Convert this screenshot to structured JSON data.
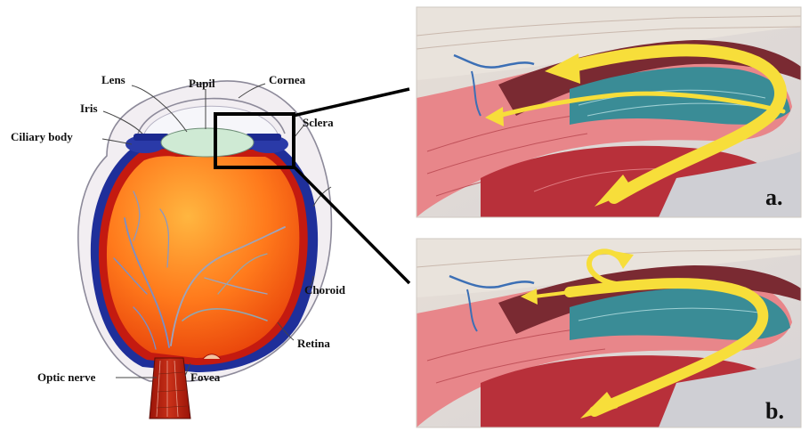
{
  "labels": {
    "lens": "Lens",
    "pupil": "Pupil",
    "cornea": "Cornea",
    "iris": "Iris",
    "ciliary_body": "Ciliary body",
    "sclera": "Sclera",
    "choroid": "Choroid",
    "retina": "Retina",
    "optic_nerve": "Optic nerve",
    "fovea": "Fovea"
  },
  "panels": {
    "a": "a.",
    "b": "b."
  },
  "colors": {
    "sclera": "#f2eef2",
    "choroid": "#1f2f9a",
    "retina": "#c41a10",
    "vitreous_center": "#ffb640",
    "vitreous_edge": "#e8420a",
    "lens": "#cfead4",
    "arrow": "#f7de3a",
    "vessel": "#3c6fb5",
    "inset_bg": "#efe6dc"
  }
}
